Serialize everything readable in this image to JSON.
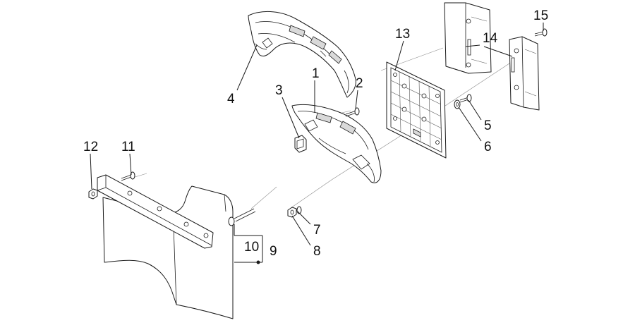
{
  "callouts": {
    "c1": "1",
    "c2": "2",
    "c3": "3",
    "c4": "4",
    "c5": "5",
    "c6": "6",
    "c7": "7",
    "c8": "8",
    "c9": "9",
    "c10": "10",
    "c11": "11",
    "c12": "12",
    "c13": "13",
    "c14": "14",
    "c15": "15"
  },
  "colors": {
    "line": "#1a1a1a",
    "background": "#ffffff",
    "guide": "#8a8a8a"
  }
}
